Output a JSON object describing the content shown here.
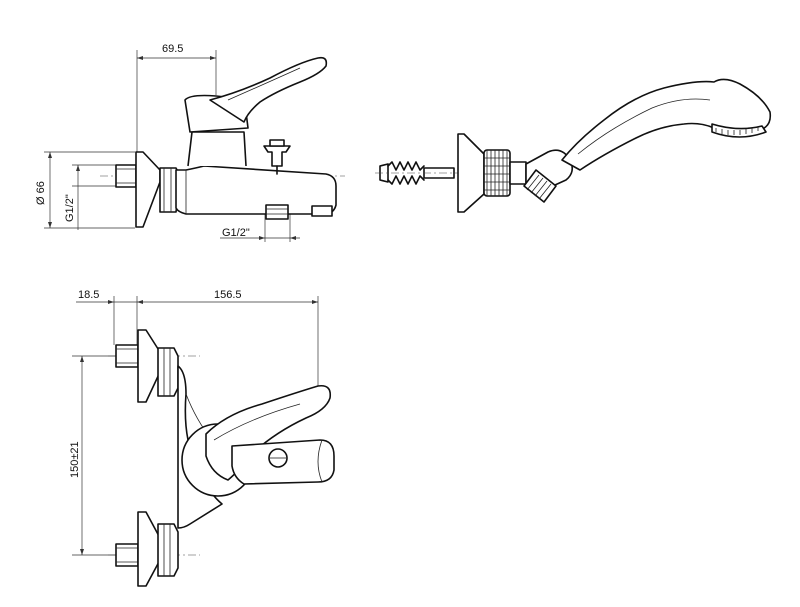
{
  "dimensions": {
    "top_width": "69.5",
    "diameter": "Ø 66",
    "inlet_thread": "G1/2\"",
    "outlet_thread": "G1/2\"",
    "left_offset": "18.5",
    "total_width": "156.5",
    "center_distance": "150±21"
  }
}
